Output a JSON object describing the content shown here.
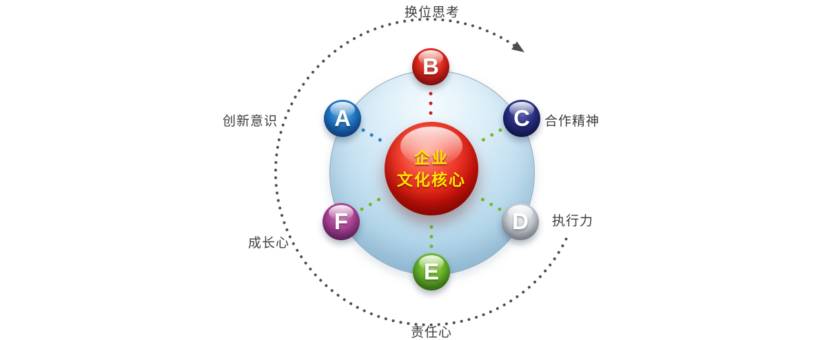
{
  "diagram": {
    "core": {
      "line1": "企业",
      "line2": "文化核心",
      "text_color": "#ffe600",
      "ball_color": "#d0150a"
    },
    "nodes": [
      {
        "letter": "A",
        "label": "创新意识",
        "ball_color": "#1f73c1",
        "dot_color": "#2e7fc4"
      },
      {
        "letter": "B",
        "label": "换位思考",
        "ball_color": "#dc2418",
        "dot_color": "#c52320"
      },
      {
        "letter": "C",
        "label": "合作精神",
        "ball_color": "#272d80",
        "dot_color": "#79b42c"
      },
      {
        "letter": "D",
        "label": "执行力",
        "ball_color": "#c6ccd0",
        "dot_color": "#79b42c"
      },
      {
        "letter": "E",
        "label": "责任心",
        "ball_color": "#66b226",
        "dot_color": "#79b42c"
      },
      {
        "letter": "F",
        "label": "成长心",
        "ball_color": "#a64091",
        "dot_color": "#79b42c"
      }
    ],
    "arc_color": "#4d4d4d",
    "disc_color": "#b3d6ea"
  }
}
